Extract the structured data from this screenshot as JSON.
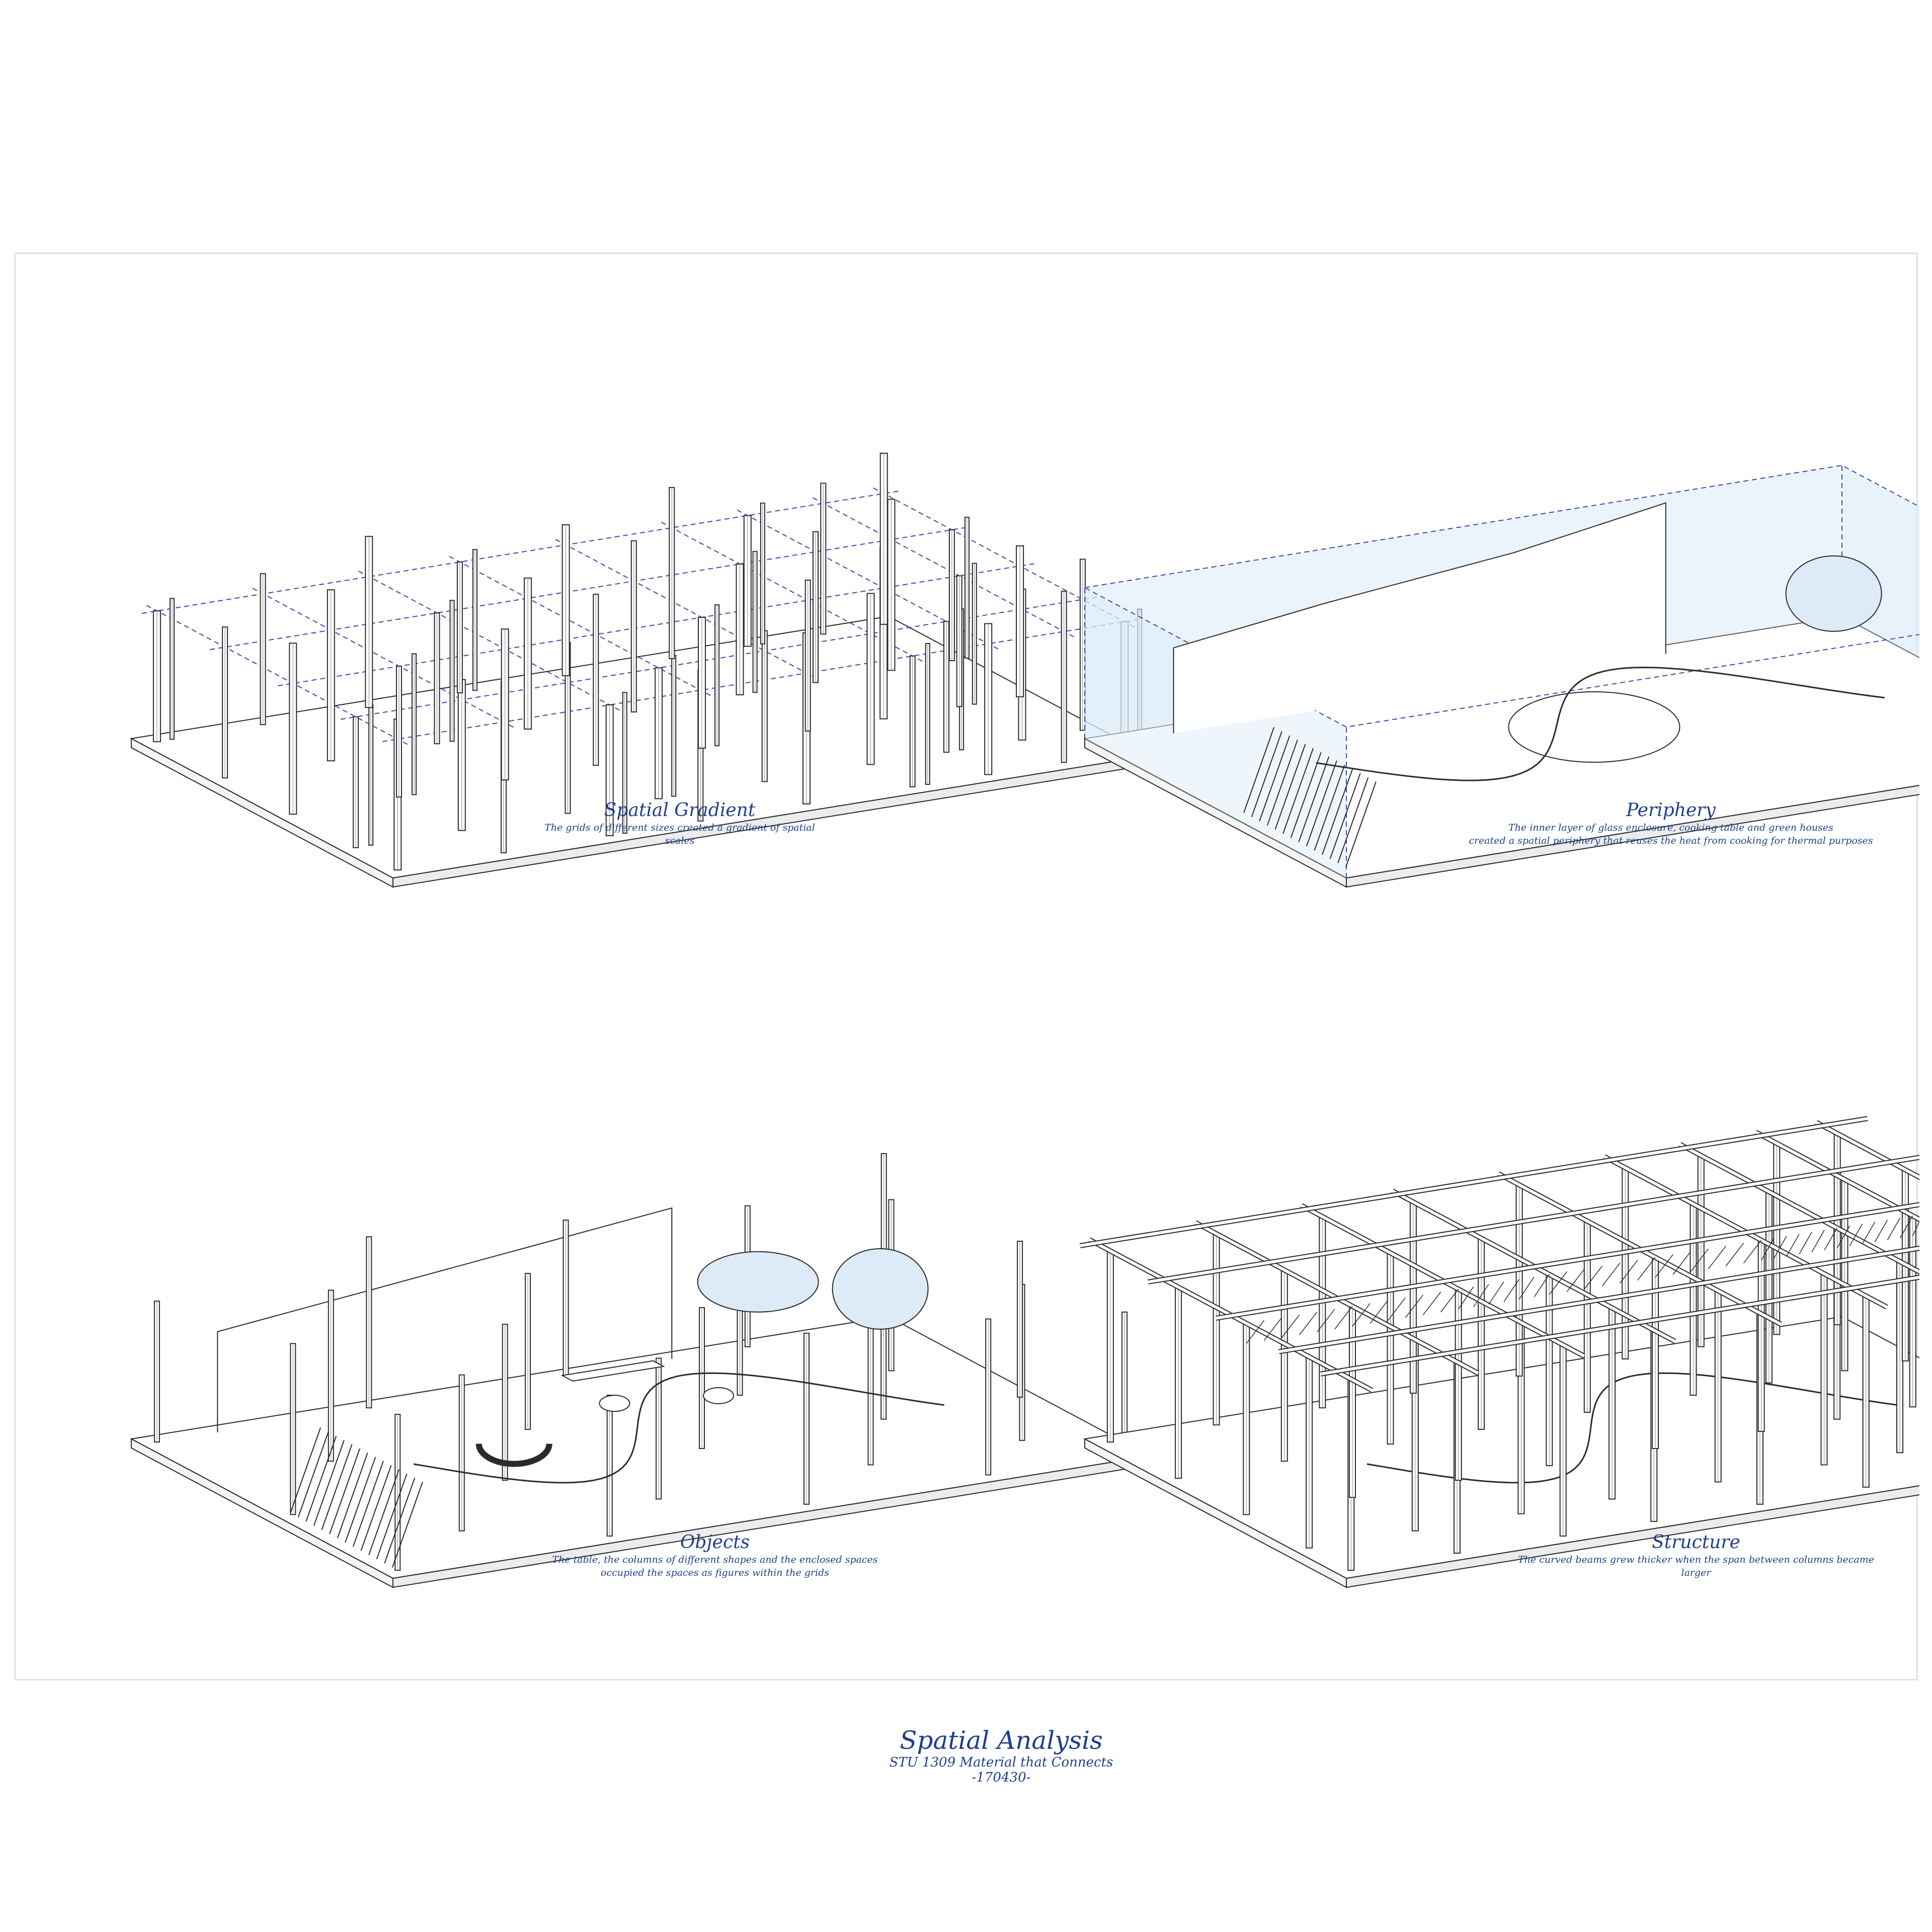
{
  "panels": [
    {
      "title": "Spatial Gradient",
      "desc": [
        "The grids of different sizes created a gradient of spatial scales"
      ]
    },
    {
      "title": "Periphery",
      "desc": [
        "The inner layer of glass enclosure, cooking table and green houses",
        "created a spatial periphery that reuses the heat from cooking for thermal purposes"
      ]
    },
    {
      "title": "Objects",
      "desc": [
        "The table, the columns of different shapes and the enclosed spaces",
        "occupied the spaces as figures within the grids"
      ]
    },
    {
      "title": "Structure",
      "desc": [
        "The curved beams grew thicker when the span between columns became larger"
      ]
    }
  ],
  "footer": {
    "title": "Spatial Analysis",
    "subtitle": "STU 1309 Material that Connects",
    "code": "-170430-"
  },
  "colors": {
    "caption": "#1f3f8c",
    "line": "#2a2a2a",
    "grid": "#3b4bb0",
    "glass": "#dcebf7"
  }
}
